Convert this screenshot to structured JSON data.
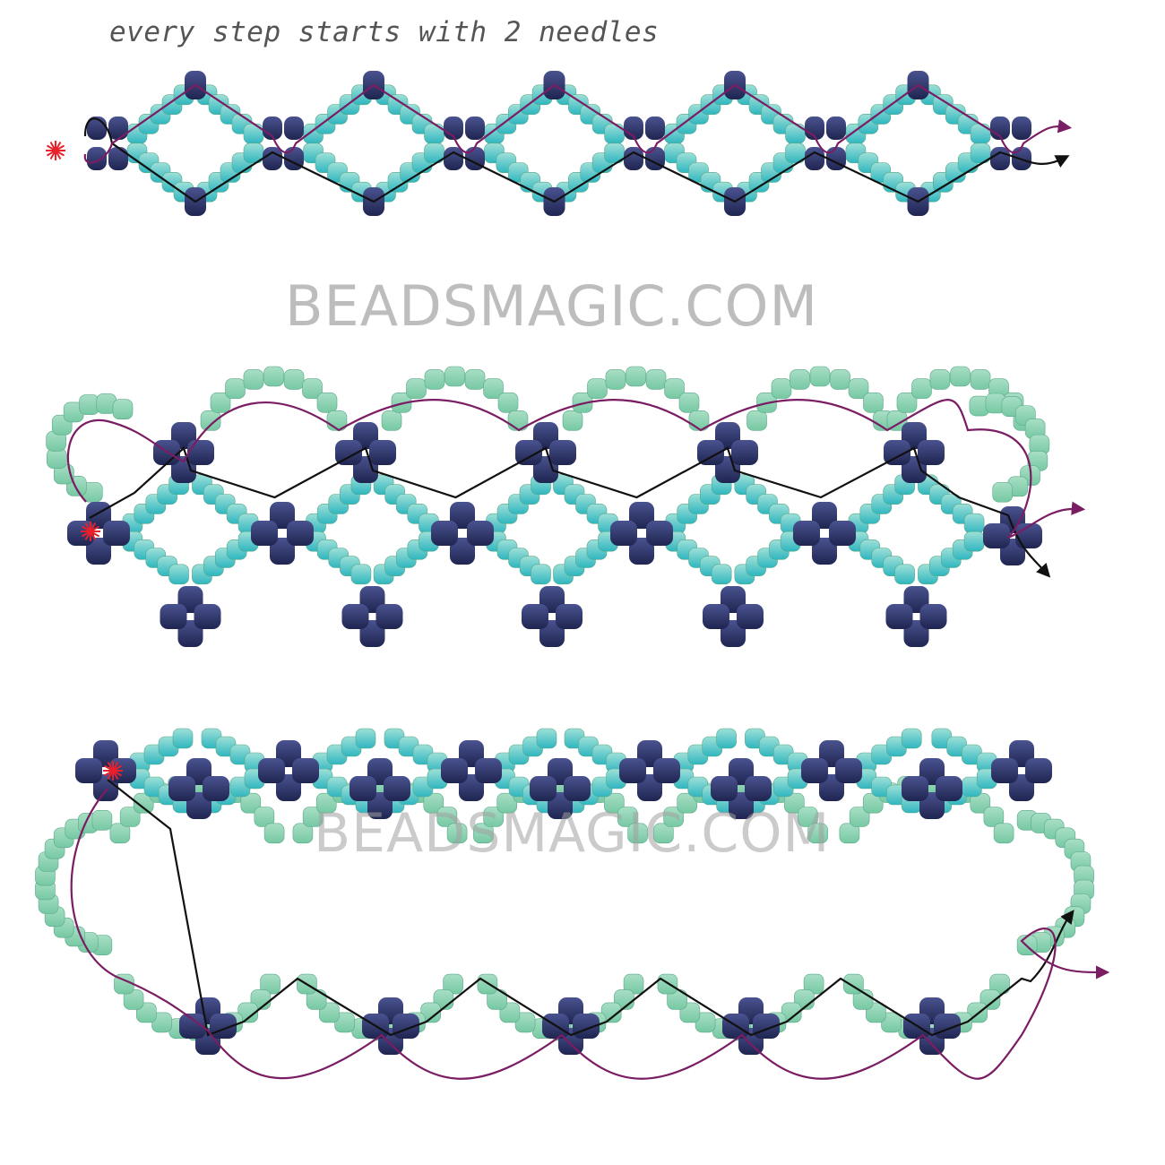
{
  "caption": "every step starts with 2 needles",
  "watermarks": [
    "BEADSMAGIC.COM",
    "BEADSMAGIC.COM"
  ],
  "colors": {
    "seed_bead_light": "#8fd3b4",
    "seed_bead_teal": "#45c2c6",
    "large_bead_navy": "#2d3469",
    "thread_purple": "#7a1d63",
    "thread_black": "#111111",
    "start_marker": "#e8202a"
  },
  "steps": [
    {
      "name": "step-1",
      "diamonds": 5,
      "start_marker": true
    },
    {
      "name": "step-2",
      "diamonds": 5,
      "start_marker": true
    },
    {
      "name": "step-3",
      "diamonds": 5,
      "start_marker": true
    }
  ]
}
